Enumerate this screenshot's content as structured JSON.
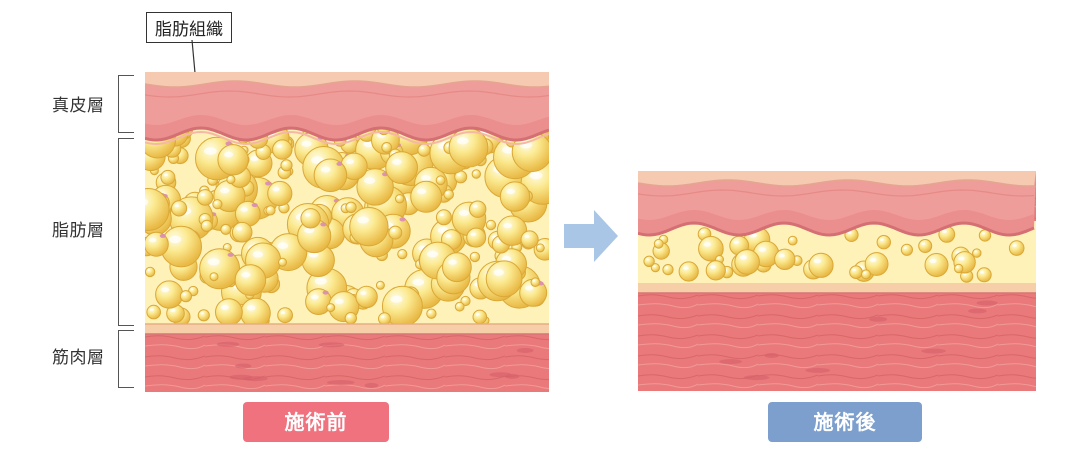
{
  "labels": {
    "dermis": "真皮層",
    "fat": "脂肪層",
    "muscle": "筋肉層",
    "fat_tissue": "脂肪組織"
  },
  "badges": {
    "before": "施術前",
    "after": "施術後"
  },
  "colors": {
    "skin_surface": "#f6c9b1",
    "dermis": "#eb8e8e",
    "fat_cell": "#f8e07a",
    "fat_background": "#fff2b8",
    "muscle": "#e9797a",
    "before_badge": "#f0727f",
    "after_badge": "#7c9fcd",
    "arrow": "#a9c6e6"
  }
}
